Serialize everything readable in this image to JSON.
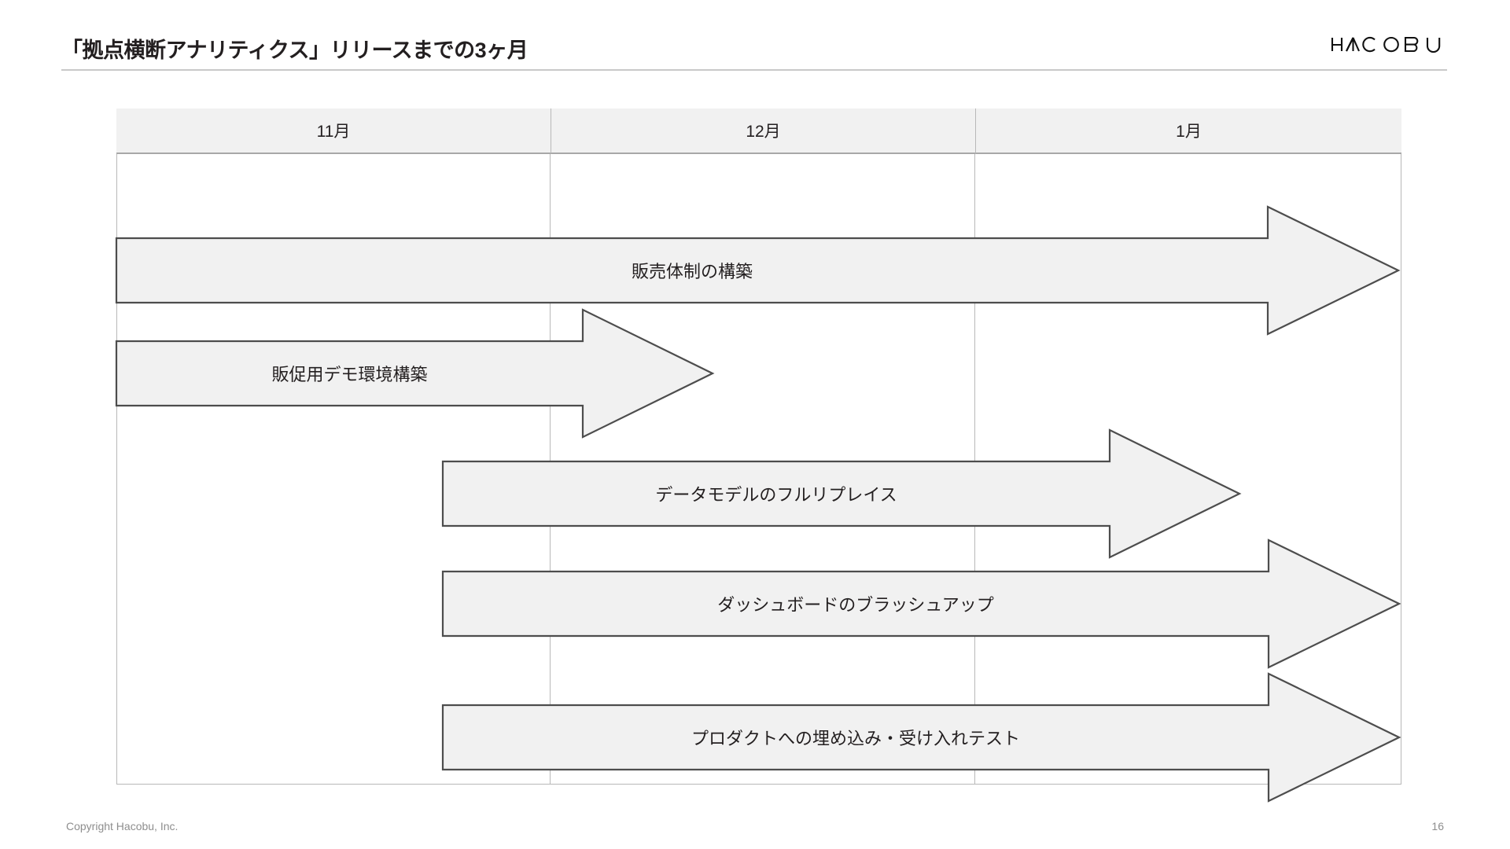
{
  "slide": {
    "title": "「拠点横断アナリティクス」リリースまでの3ヶ月",
    "page_number": "16",
    "copyright": "Copyright Hacobu, Inc.",
    "brand": "HACOBU"
  },
  "colors": {
    "arrow_fill": "#f1f1f1",
    "arrow_stroke": "#4d4d4d",
    "grid_line": "#b8b8b8",
    "header_fill": "#f1f1f1",
    "text": "#231f20",
    "footer_text": "#8e8e8e"
  },
  "chart_data": {
    "type": "table",
    "title": "「拠点横断アナリティクス」リリースまでの3ヶ月",
    "categories": [
      "11月",
      "12月",
      "1月"
    ],
    "xlabel": "",
    "ylabel": "",
    "grid": true,
    "legend": "none",
    "tasks": [
      {
        "label": "販売体制の構築",
        "start_month": "11月",
        "end_month": "1月",
        "start_frac": 0.0,
        "end_frac": 3.0
      },
      {
        "label": "販促用デモ環境構築",
        "start_month": "11月",
        "end_month": "12月",
        "start_frac": 0.0,
        "end_frac": 1.38
      },
      {
        "label": "データモデルのフルリプレイス",
        "start_month": "12月",
        "end_month": "1月",
        "start_frac": 1.0,
        "end_frac": 2.65
      },
      {
        "label": "ダッシュボードのブラッシュアップ",
        "start_month": "12月",
        "end_month": "1月",
        "start_frac": 1.0,
        "end_frac": 3.0
      },
      {
        "label": "プロダクトへの埋め込み・受け入れテスト",
        "start_month": "12月",
        "end_month": "1月",
        "start_frac": 1.0,
        "end_frac": 3.0
      }
    ]
  },
  "months": [
    {
      "label": "11月"
    },
    {
      "label": "12月"
    },
    {
      "label": "1月"
    }
  ],
  "tasks": [
    {
      "label": "販売体制の構築"
    },
    {
      "label": "販促用デモ環境構築"
    },
    {
      "label": "データモデルのフルリプレイス"
    },
    {
      "label": "ダッシュボードのブラッシュアップ"
    },
    {
      "label": "プロダクトへの埋め込み・受け入れテスト"
    }
  ]
}
